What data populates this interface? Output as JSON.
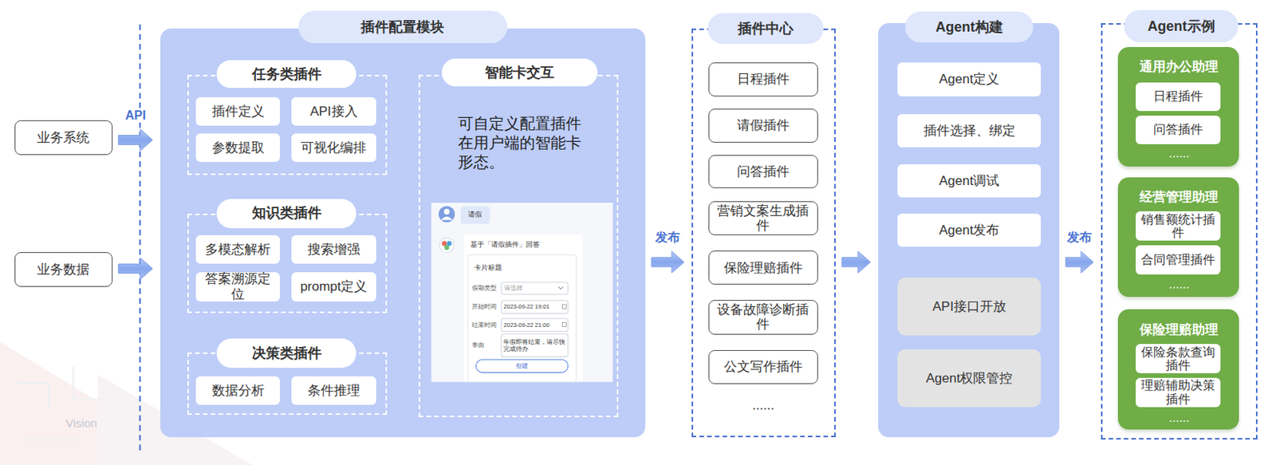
{
  "diagram": {
    "nodes": [
      {
        "text": [
          "业务系统"
        ]
      },
      {
        "text": [
          "业务数据"
        ]
      },
      {
        "text": [
          "插件配置模块"
        ]
      },
      {
        "text": [
          "任务类插件"
        ],
        "in": 2
      },
      {
        "text": [
          "插件定义"
        ],
        "in": 3
      },
      {
        "text": [
          "API接入"
        ],
        "in": 3
      },
      {
        "text": [
          "参数提取"
        ],
        "in": 3
      },
      {
        "text": [
          "可视化编排"
        ],
        "in": 3
      },
      {
        "text": [
          "知识类插件"
        ],
        "in": 2
      },
      {
        "text": [
          "多模态解析"
        ],
        "in": 8
      },
      {
        "text": [
          "搜索增强"
        ],
        "in": 8
      },
      {
        "text": [
          "答案溯源定位"
        ],
        "in": 8
      },
      {
        "text": [
          "prompt定义"
        ],
        "in": 8
      },
      {
        "text": [
          "决策类插件"
        ],
        "in": 2
      },
      {
        "text": [
          "数据分析"
        ],
        "in": 13
      },
      {
        "text": [
          "条件推理"
        ],
        "in": 13
      },
      {
        "text": [
          "智能卡交互",
          "可自定义配置插件在用户端的智能卡形态。"
        ],
        "in": 2
      },
      {
        "text": [
          "插件中心"
        ]
      },
      {
        "text": [
          "日程插件"
        ],
        "in": 17
      },
      {
        "text": [
          "请假插件"
        ],
        "in": 17
      },
      {
        "text": [
          "问答插件"
        ],
        "in": 17
      },
      {
        "text": [
          "营销文案生成插件"
        ],
        "in": 17
      },
      {
        "text": [
          "保险理赔插件"
        ],
        "in": 17
      },
      {
        "text": [
          "设备故障诊断插件"
        ],
        "in": 17
      },
      {
        "text": [
          "公文写作插件"
        ],
        "in": 17
      },
      {
        "text": [
          "Agent构建"
        ]
      },
      {
        "text": [
          "Agent定义"
        ],
        "in": 25
      },
      {
        "text": [
          "插件选择、绑定"
        ],
        "in": 25
      },
      {
        "text": [
          "Agent调试"
        ],
        "in": 25
      },
      {
        "text": [
          "Agent发布"
        ],
        "in": 25
      },
      {
        "text": [
          "API接口开放"
        ],
        "in": 25
      },
      {
        "text": [
          "Agent权限管控"
        ],
        "in": 25
      },
      {
        "text": [
          "Agent示例"
        ]
      },
      {
        "text": [
          "通用办公助理"
        ],
        "in": 32
      },
      {
        "text": [
          "日程插件"
        ],
        "in": 33
      },
      {
        "text": [
          "问答插件"
        ],
        "in": 33
      },
      {
        "text": [
          "经营管理助理"
        ],
        "in": 32
      },
      {
        "text": [
          "销售额统计插件"
        ],
        "in": 36
      },
      {
        "text": [
          "合同管理插件"
        ],
        "in": 36
      },
      {
        "text": [
          "保险理赔助理"
        ],
        "in": 32
      },
      {
        "text": [
          "保险条款查询插件"
        ],
        "in": 39
      },
      {
        "text": [
          "理赔辅助决策插件"
        ],
        "in": 39
      }
    ],
    "edges": [
      {
        "from": 0,
        "to": 2,
        "arrow": "to",
        "label": "API"
      },
      {
        "from": 1,
        "to": 2,
        "arrow": "to"
      },
      {
        "from": 2,
        "to": 17,
        "arrow": "to",
        "label": "发布"
      },
      {
        "from": 17,
        "to": 25,
        "arrow": "to"
      },
      {
        "from": 25,
        "to": 32,
        "arrow": "to",
        "label": "发布"
      }
    ],
    "labels": [
      "......",
      "......",
      "......",
      "......",
      "请假",
      "基于「请假插件」回答",
      "卡片标题",
      "假期类型",
      "请选择",
      "开始时间",
      "2023-09-22 19:01",
      "结束时间",
      "2023-09-22 21:00",
      "事由",
      "年假即将结束，请尽快完成待办",
      "创建",
      "Vision"
    ]
  }
}
